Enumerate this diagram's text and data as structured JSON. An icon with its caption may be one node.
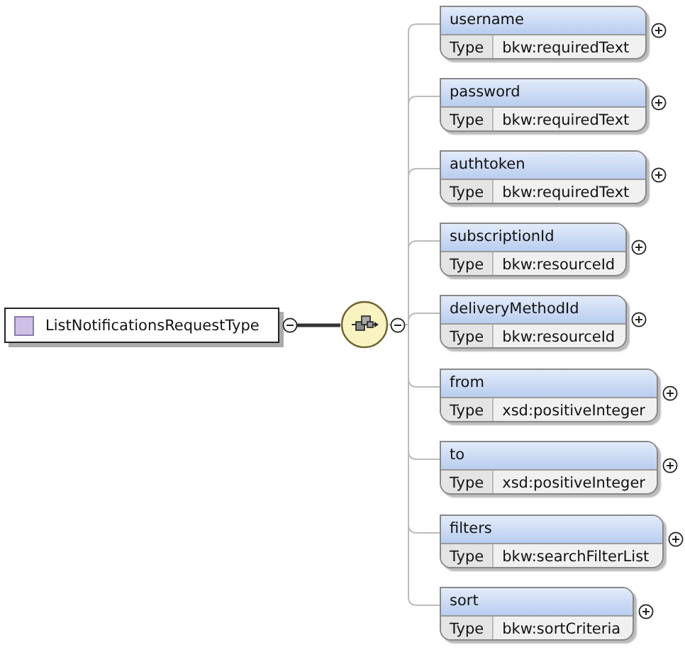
{
  "diagram": {
    "nodes": [
      {
        "text": [
          "ListNotificationsRequestType"
        ]
      },
      {
        "text": [],
        "shape": "circle"
      },
      {
        "text": [
          "username",
          "Type",
          "bkw:requiredText"
        ]
      },
      {
        "text": [
          "password",
          "Type",
          "bkw:requiredText"
        ]
      },
      {
        "text": [
          "authtoken",
          "Type",
          "bkw:requiredText"
        ]
      },
      {
        "text": [
          "subscriptionId",
          "Type",
          "bkw:resourceId"
        ]
      },
      {
        "text": [
          "deliveryMethodId",
          "Type",
          "bkw:resourceId"
        ]
      },
      {
        "text": [
          "from",
          "Type",
          "xsd:positiveInteger"
        ]
      },
      {
        "text": [
          "to",
          "Type",
          "xsd:positiveInteger"
        ]
      },
      {
        "text": [
          "filters",
          "Type",
          "bkw:searchFilterList"
        ]
      },
      {
        "text": [
          "sort",
          "Type",
          "bkw:sortCriteria"
        ]
      }
    ],
    "edges": [
      {
        "from": 0,
        "to": 1,
        "arrow": "none",
        "color": "#333333",
        "style": "thick"
      },
      {
        "from": 1,
        "to": 2,
        "arrow": "none"
      },
      {
        "from": 1,
        "to": 3,
        "arrow": "none"
      },
      {
        "from": 1,
        "to": 4,
        "arrow": "none"
      },
      {
        "from": 1,
        "to": 5,
        "arrow": "none"
      },
      {
        "from": 1,
        "to": 6,
        "arrow": "none"
      },
      {
        "from": 1,
        "to": 7,
        "arrow": "none"
      },
      {
        "from": 1,
        "to": 8,
        "arrow": "none"
      },
      {
        "from": 1,
        "to": 9,
        "arrow": "none"
      },
      {
        "from": 1,
        "to": 10,
        "arrow": "none"
      }
    ]
  }
}
